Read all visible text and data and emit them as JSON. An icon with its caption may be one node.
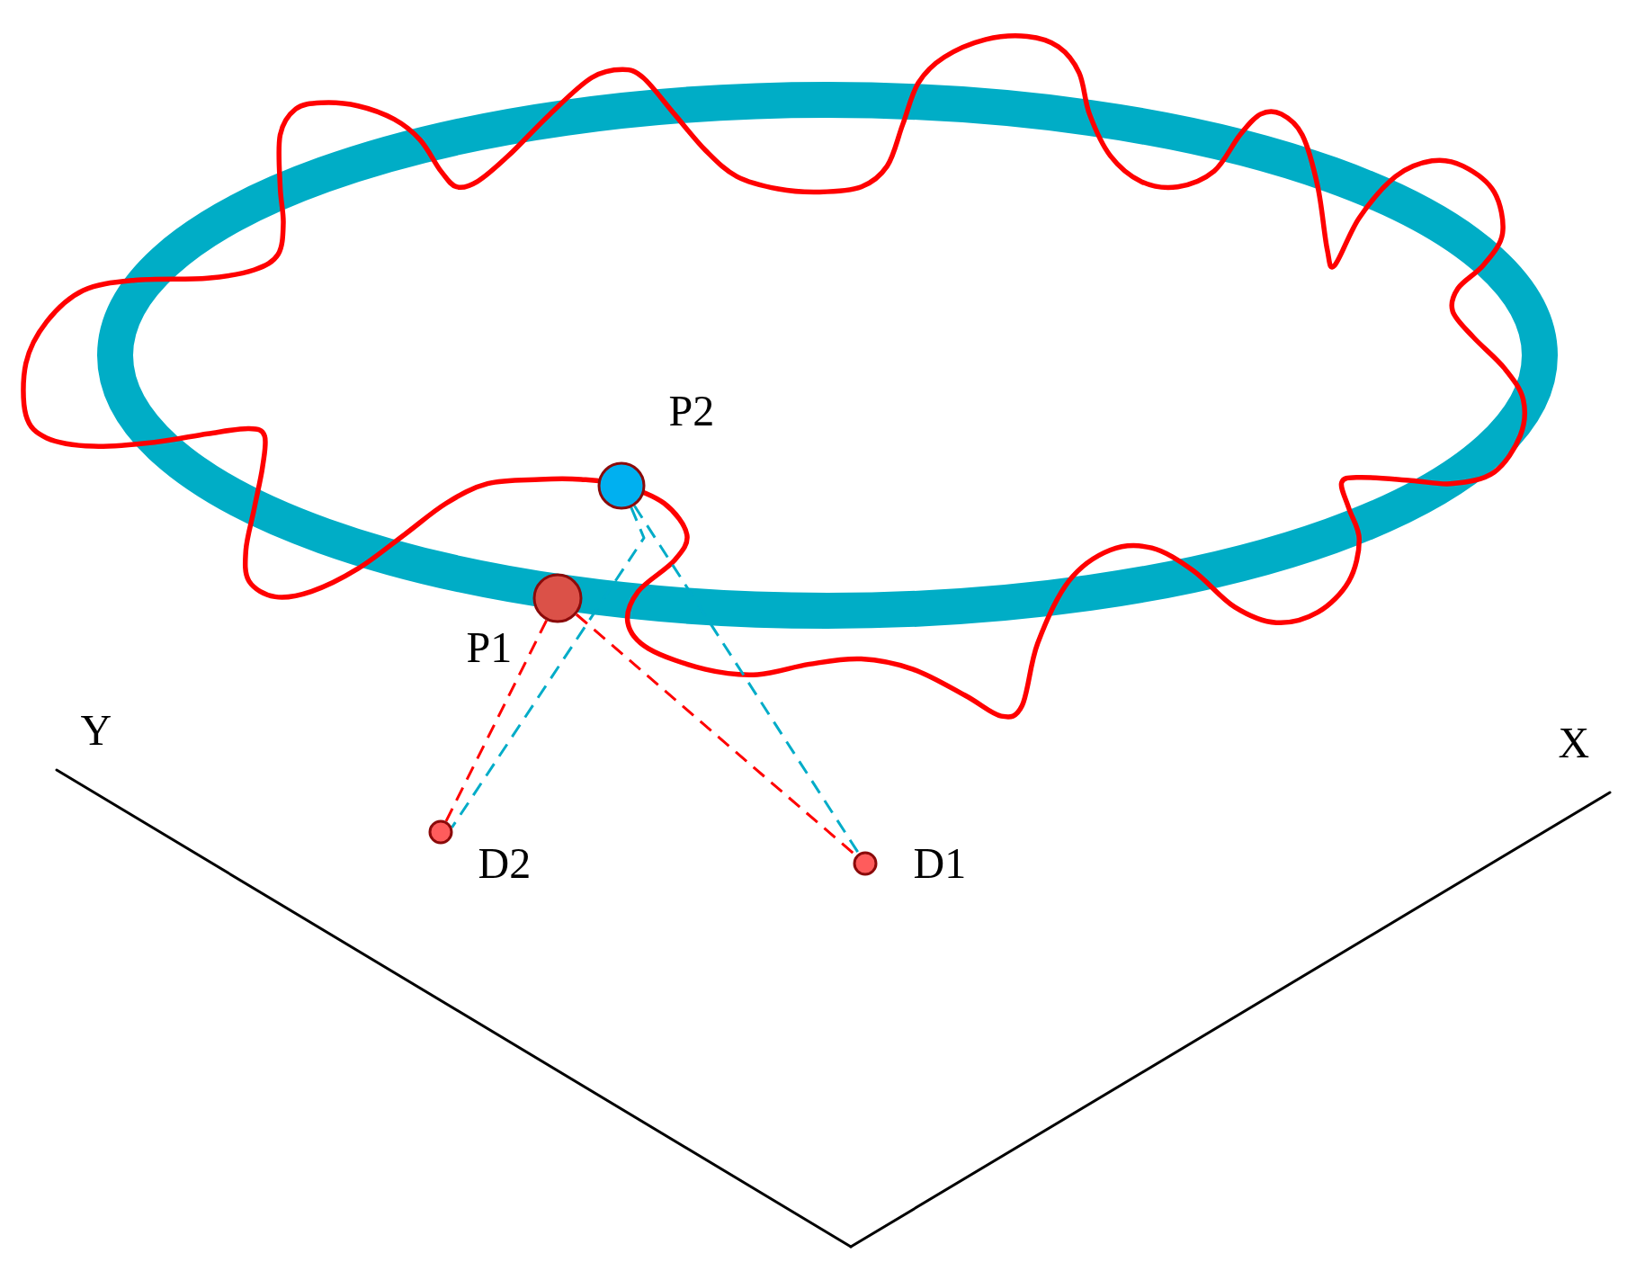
{
  "diagram": {
    "nodes": [
      {
        "text": [
          "P2"
        ]
      },
      {
        "text": [
          "P1"
        ]
      },
      {
        "text": [
          "D2"
        ]
      },
      {
        "text": [
          "D1"
        ]
      }
    ],
    "edges": [
      {
        "from": 1,
        "to": 2,
        "arrow": "none",
        "style": "dashed",
        "color": "#ff0000"
      },
      {
        "from": 1,
        "to": 3,
        "arrow": "none",
        "style": "dashed",
        "color": "#ff0000"
      },
      {
        "from": 0,
        "to": 2,
        "arrow": "none",
        "style": "dashed",
        "color": "#00acc8"
      },
      {
        "from": 0,
        "to": 3,
        "arrow": "none",
        "style": "dashed",
        "color": "#00acc8"
      }
    ],
    "labels": [
      "Y",
      "X"
    ]
  }
}
